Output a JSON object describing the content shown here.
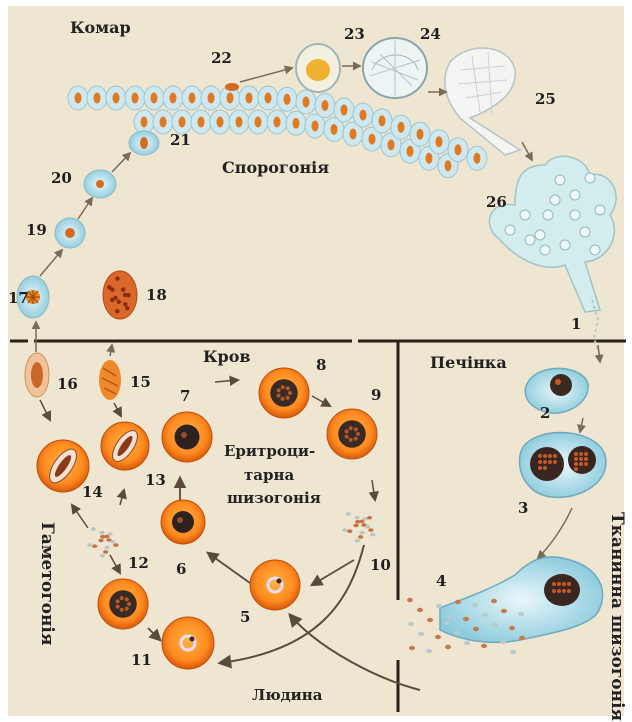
{
  "regions": {
    "mosquito": "Комар",
    "sporogony": "Спорогонія",
    "blood": "Кров",
    "liver": "Печінка",
    "human": "Людина",
    "gametogony": "Гаметогонія",
    "tissue_schizogony": "Тканинна шизогонія",
    "erythrocytic_line1": "Еритроци-",
    "erythrocytic_line2": "тарна",
    "erythrocytic_line3": "шизогонія"
  },
  "stage_numbers": [
    "1",
    "2",
    "3",
    "4",
    "5",
    "6",
    "7",
    "8",
    "9",
    "10",
    "11",
    "12",
    "13",
    "14",
    "15",
    "16",
    "17",
    "18",
    "19",
    "20",
    "21",
    "22",
    "23",
    "24",
    "25",
    "26"
  ]
}
